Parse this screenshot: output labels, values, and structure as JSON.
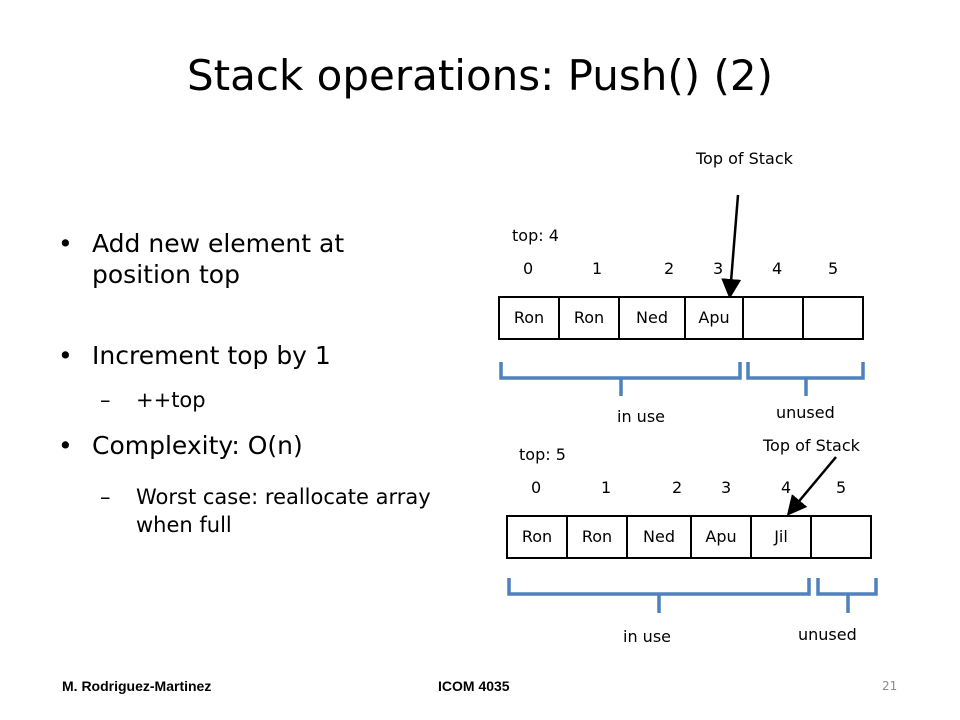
{
  "title": "Stack operations: Push() (2)",
  "bullets": [
    {
      "text": "Add new element at position top"
    },
    {
      "text": "Increment top by 1"
    },
    {
      "sub": "++top"
    },
    {
      "text": "Complexity: O(n)"
    },
    {
      "sub": "Worst case: reallocate array when full"
    }
  ],
  "diagram1": {
    "top_label": "top: 4",
    "arrow_label": "Top of Stack",
    "indices": [
      "0",
      "1",
      "2",
      "3",
      "4",
      "5"
    ],
    "cells": [
      "Ron",
      "Ron",
      "Ned",
      "Apu",
      "",
      ""
    ],
    "in_use_label": "in use",
    "unused_label": "unused"
  },
  "diagram2": {
    "top_label": "top: 5",
    "arrow_label": "Top of Stack",
    "indices": [
      "0",
      "1",
      "2",
      "3",
      "4",
      "5"
    ],
    "cells": [
      "Ron",
      "Ron",
      "Ned",
      "Apu",
      "Jil",
      ""
    ],
    "in_use_label": "in use",
    "unused_label": "unused"
  },
  "colors": {
    "brace": "#4f81bd",
    "arrow": "#000000"
  },
  "footer": {
    "author": "M. Rodriguez-Martinez",
    "course": "ICOM 4035",
    "page": "21"
  }
}
